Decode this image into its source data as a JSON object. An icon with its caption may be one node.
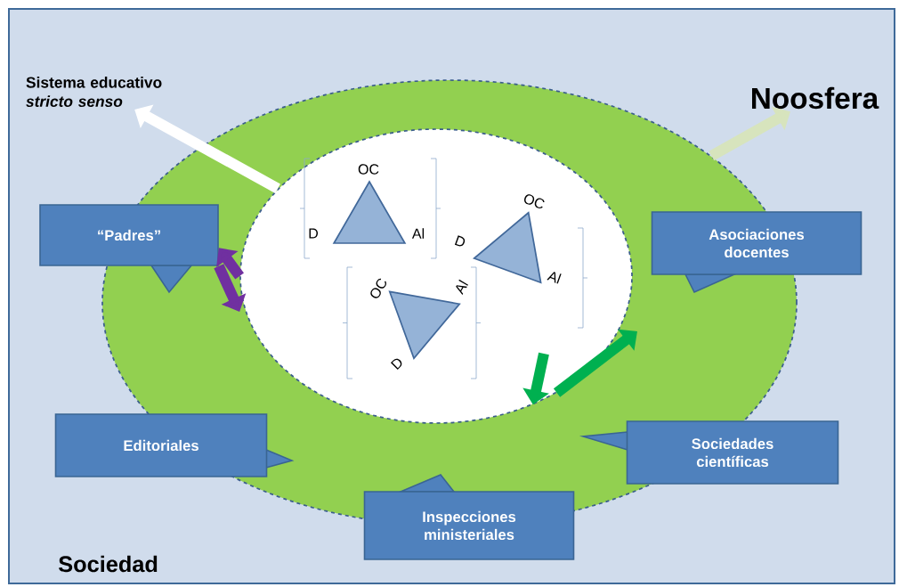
{
  "diagram": {
    "nodes": [
      {
        "text": [
          "Sociedad"
        ]
      },
      {
        "text": [],
        "shape": "ellipse",
        "in": 0
      },
      {
        "text": [],
        "shape": "ellipse",
        "in": 1
      },
      {
        "text": [
          "Sistema educativo *stricto senso*"
        ],
        "in": 0
      },
      {
        "text": [
          "Noosfera"
        ],
        "in": 0
      },
      {
        "text": [
          "“Padres”"
        ],
        "in": 0
      },
      {
        "text": [
          "Asociaciones docentes"
        ],
        "in": 0
      },
      {
        "text": [
          "Editoriales"
        ],
        "in": 0
      },
      {
        "text": [
          "Sociedades científicas"
        ],
        "in": 0
      },
      {
        "text": [
          "Inspecciones ministeriales"
        ],
        "in": 0
      },
      {
        "text": [],
        "shape": "triangle",
        "in": 2,
        "beside": [
          "OC",
          "D",
          "Al"
        ]
      },
      {
        "text": [],
        "shape": "triangle",
        "in": 2,
        "beside": [
          "OC",
          "D",
          "Al"
        ]
      },
      {
        "text": [],
        "shape": "triangle",
        "in": 2,
        "beside": [
          "OC",
          "Al",
          "D"
        ]
      }
    ],
    "edges": [
      {
        "from": 2,
        "to": 3,
        "arrow": "to",
        "color": "#ffffff"
      },
      {
        "from": 1,
        "to": 4,
        "arrow": "to",
        "color": "#d7e4bd"
      },
      {
        "from": 2,
        "to": 5,
        "arrow": "to",
        "color": "#7030a0"
      },
      {
        "from": 5,
        "to": 2,
        "arrow": "to",
        "color": "#7030a0"
      },
      {
        "from": 2,
        "to": null,
        "arrow": "to",
        "color": "#00b050"
      },
      {
        "from": null,
        "to": 2,
        "arrow": "to",
        "color": "#00b050"
      }
    ]
  }
}
